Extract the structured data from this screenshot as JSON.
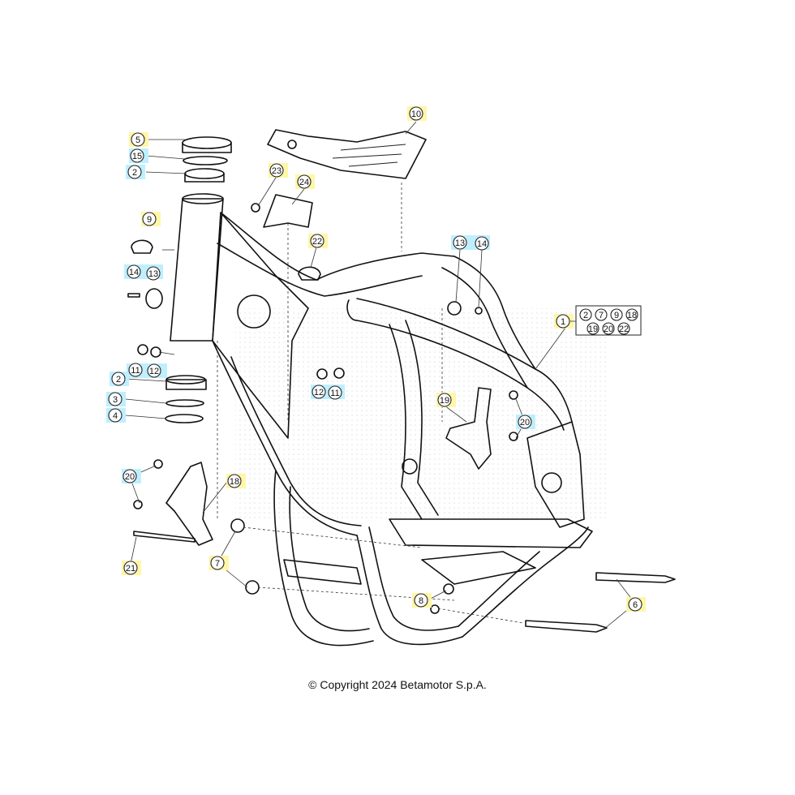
{
  "copyright": "© Copyright 2024 Betamotor S.p.A.",
  "colors": {
    "yellow_tag": "#fff6a8",
    "cyan_tag": "#bfefff"
  },
  "callouts": {
    "c1": "1",
    "c2a": "2",
    "c2b": "2",
    "c3": "3",
    "c4": "4",
    "c5": "5",
    "c6": "6",
    "c7": "7",
    "c8": "8",
    "c9": "9",
    "c10": "10",
    "c11a": "11",
    "c11b": "11",
    "c12a": "12",
    "c12b": "12",
    "c13a": "13",
    "c13b": "13",
    "c14a": "14",
    "c14b": "14",
    "c15": "15",
    "c18": "18",
    "c19": "19",
    "c20a": "20",
    "c20b": "20",
    "c21": "21",
    "c22": "22",
    "c23": "23",
    "c24": "24"
  },
  "kit": {
    "items": [
      "2",
      "7",
      "9",
      "18",
      "19",
      "20",
      "22"
    ]
  }
}
